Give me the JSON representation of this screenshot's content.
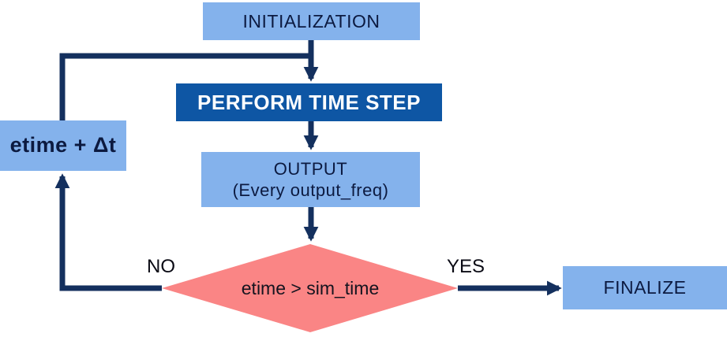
{
  "diagram": {
    "title": "simulation-time-loop-flowchart",
    "nodes": {
      "initialization": {
        "label": "INITIALIZATION"
      },
      "perform_time_step": {
        "label": "PERFORM TIME STEP"
      },
      "output": {
        "label": "OUTPUT",
        "sublabel": "(Every output_freq)"
      },
      "decision": {
        "label": "etime > sim_time"
      },
      "finalize": {
        "label": "FINALIZE"
      },
      "increment": {
        "label": "etime + Δt"
      }
    },
    "edges": {
      "no_label": "NO",
      "yes_label": "YES"
    },
    "colors": {
      "process_fill": "#84b2ec",
      "emphasis_fill": "#0e56a4",
      "decision_fill": "#fa8585",
      "connector": "#14305e",
      "process_text": "#0c1a40",
      "emphasis_text": "#ffffff",
      "decision_text": "#14141f",
      "edge_label_text": "#0a0a14"
    }
  }
}
